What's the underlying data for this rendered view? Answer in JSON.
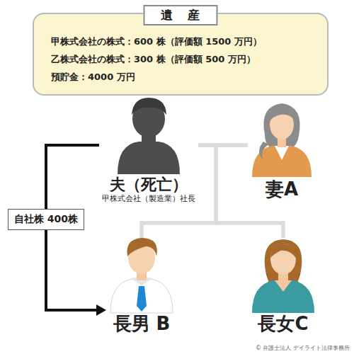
{
  "diagram": {
    "nodes": [
      {
        "text": [
          "遺　産",
          "甲株式会社の株式：600 株（評価額 1500 万円）",
          "乙株式会社の株式：300 株（評価額 500 万円）",
          "預貯金：4000 万円"
        ]
      },
      {
        "text": [
          "夫（死亡）",
          "甲株式会社（製造業）社長"
        ]
      },
      {
        "text": [
          "妻A"
        ]
      },
      {
        "text": [
          "長男 B"
        ]
      },
      {
        "text": [
          "長女C"
        ]
      }
    ],
    "edges": [
      {
        "from": 1,
        "to": 3,
        "arrow": "to",
        "label": "自社株 400株"
      },
      {
        "from": 1,
        "to": 2,
        "arrow": "none"
      },
      {
        "from": 1,
        "to": 3,
        "arrow": "none"
      },
      {
        "from": 1,
        "to": 4,
        "arrow": "none"
      },
      {
        "from": 2,
        "to": 3,
        "arrow": "none"
      },
      {
        "from": 2,
        "to": 4,
        "arrow": "none"
      }
    ],
    "labels": [
      "© 弁護士法人 デイライト法律事務所"
    ]
  }
}
